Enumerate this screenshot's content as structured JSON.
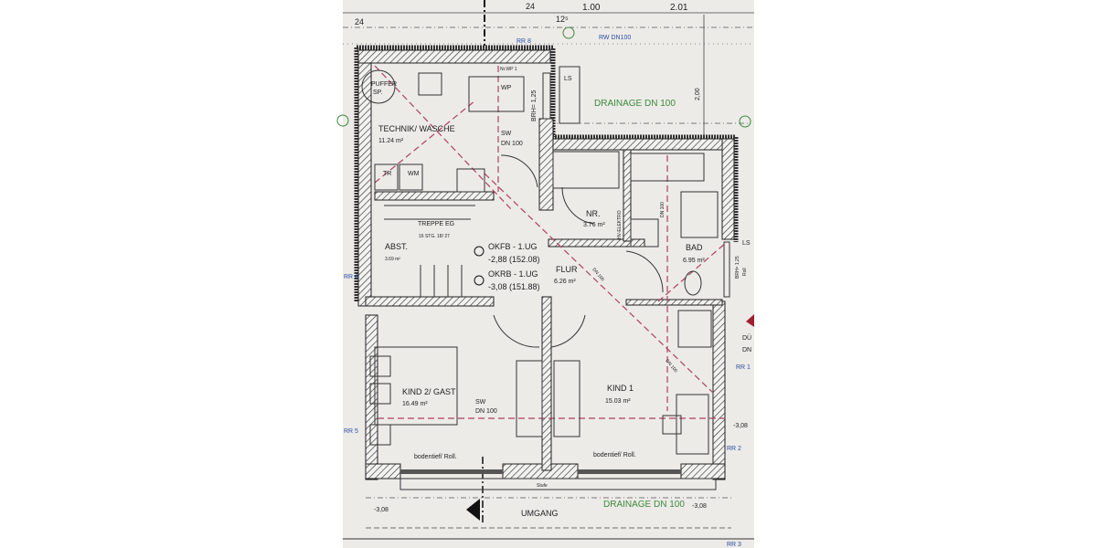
{
  "plan": {
    "dimensions_top": [
      "24",
      "24",
      "12⁵",
      "1.00",
      "2.01"
    ],
    "pipes": {
      "rr8": "RR 8",
      "rw": "RW DN100",
      "rr4": "RR 4",
      "rr1": "RR 1",
      "rr5": "RR 5",
      "rr2": "RR 2",
      "rr3": "RR 3"
    },
    "rooms": {
      "technik": {
        "name": "TECHNIK/ WASCHE",
        "area": "11.24 m²"
      },
      "abst": {
        "name": "ABST.",
        "area": "3.69 m²"
      },
      "nr": {
        "name": "NR.",
        "area": "3.76 m²"
      },
      "bad": {
        "name": "BAD",
        "area": "6.95 m²"
      },
      "flur": {
        "name": "FLUR",
        "area": "6.26 m²"
      },
      "kind2": {
        "name": "KIND 2/ GAST",
        "area": "16.49 m²"
      },
      "kind1": {
        "name": "KIND 1",
        "area": "15.03 m²"
      },
      "umgang": {
        "name": "UMGANG"
      }
    },
    "fixtures": {
      "puffer1": "PUFFER",
      "puffer2": "SP.",
      "wp": "WP",
      "nrwp": "Nr.WP 1",
      "tr": "TR",
      "wm": "WM",
      "ls1": "LS",
      "ls2": "LS",
      "hv": "HV-ELEKTRO",
      "brh1": "BRH= 1,25",
      "brh2": "BRH= 1,25",
      "roll": "Roll"
    },
    "stairs": {
      "label": "TREPPE EG",
      "spec": "16 STG. 18/ 27"
    },
    "levels": {
      "okfb": "OKFB - 1.UG",
      "okfb_val": "-2,88 (152.08)",
      "okrb": "OKRB - 1.UG",
      "okrb_val": "-3,08 (151.88)",
      "l1": "-3,08",
      "l2": "-3,08",
      "l3": "-3,08"
    },
    "drainage": {
      "top": "DRAINAGE DN 100",
      "bottom": "DRAINAGE DN 100",
      "dim": "2,00"
    },
    "sewer": {
      "sw": "SW",
      "dn": "DN 100",
      "sw2": "SW",
      "dn2": "DN 100",
      "dn_flur": "DN 100",
      "dn_bad": "DN 100",
      "dn_k1": "DN 100",
      "du": "DÜ",
      "du_dn": "DN"
    },
    "windows": {
      "w1": "bodentief/ Roll.",
      "w2": "bodentief/ Roll.",
      "stufe": "Stufe"
    },
    "colors": {
      "paper": "#ecebe8",
      "wall": "#2a2a2a",
      "drainage": "#3d8a3a",
      "pipe": "#2a4fa0",
      "sewer_line": "#b04060"
    }
  }
}
